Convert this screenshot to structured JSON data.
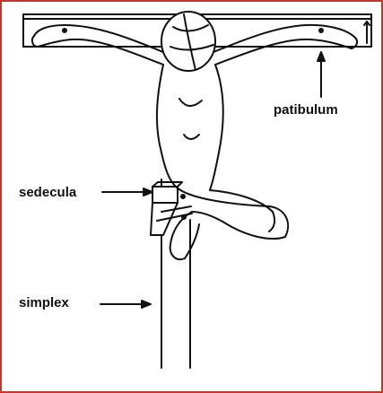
{
  "labels": {
    "patibulum": "patibulum",
    "sedecula": "sedecula",
    "simplex": "simplex"
  },
  "colors": {
    "frame_border": "#c0392b",
    "ink": "#111111",
    "background": "#ffffff"
  }
}
